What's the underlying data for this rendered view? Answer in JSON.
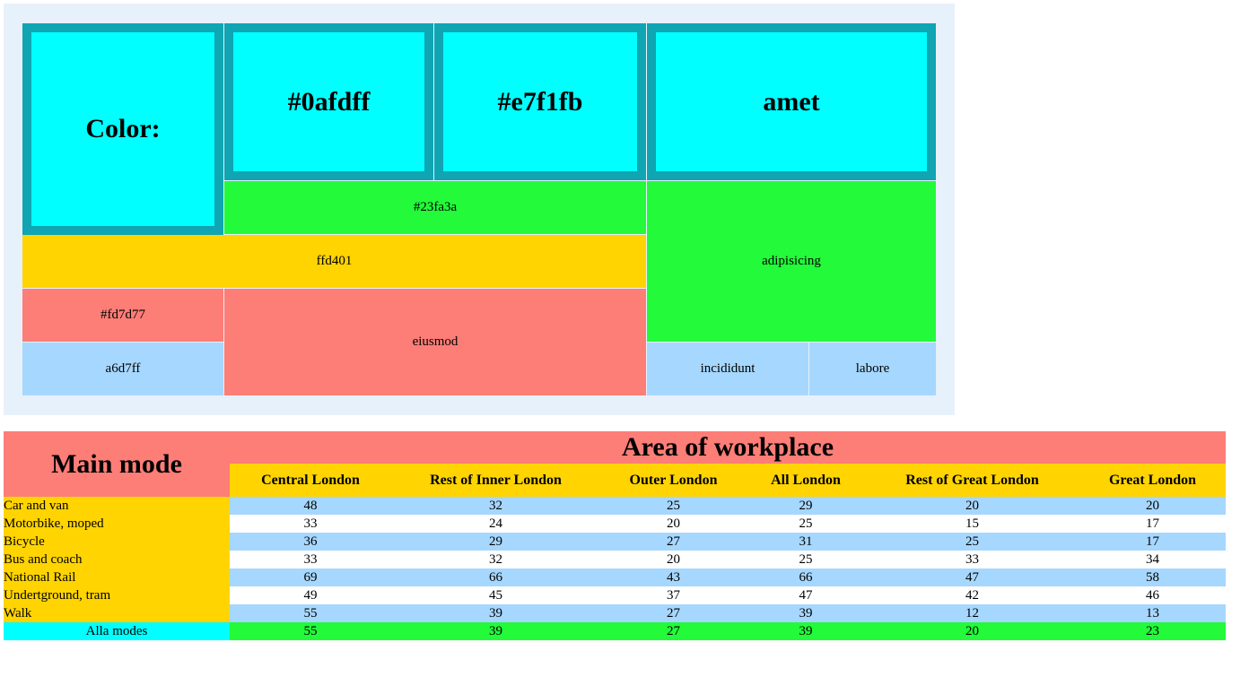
{
  "grid": {
    "header_cells": [
      "Color:",
      "#0afdff",
      "#e7f1fb",
      "amet"
    ],
    "cells": {
      "green_mid": "#23fa3a",
      "yellow_wide": "ffd401",
      "green_right": "adipisicing",
      "red_small": "#fd7d77",
      "red_big": "eiusmod",
      "blue_left": "a6d7ff",
      "blue_mid": "incididunt",
      "blue_right": "labore"
    },
    "colors": {
      "panel_bg": "#e7f1fb",
      "head_border": "#0fa5b3",
      "cyan": "#00ffff",
      "green": "#22fa3a",
      "yellow": "#ffd401",
      "red": "#fd7d77",
      "blue": "#a6d7ff"
    }
  },
  "table": {
    "row_header_title": "Main mode",
    "group_title": "Area of workplace",
    "columns": [
      "Central London",
      "Rest of Inner London",
      "Outer London",
      "All London",
      "Rest of Great London",
      "Great London"
    ],
    "rows": [
      {
        "label": "Car and van",
        "values": [
          "48",
          "32",
          "25",
          "29",
          "20",
          "20"
        ]
      },
      {
        "label": "Motorbike, moped",
        "values": [
          "33",
          "24",
          "20",
          "25",
          "15",
          "17"
        ]
      },
      {
        "label": "Bicycle",
        "values": [
          "36",
          "29",
          "27",
          "31",
          "25",
          "17"
        ]
      },
      {
        "label": "Bus and coach",
        "values": [
          "33",
          "32",
          "20",
          "25",
          "33",
          "34"
        ]
      },
      {
        "label": "National Rail",
        "values": [
          "69",
          "66",
          "43",
          "66",
          "47",
          "58"
        ]
      },
      {
        "label": "Undertground, tram",
        "values": [
          "49",
          "45",
          "37",
          "47",
          "42",
          "46"
        ]
      },
      {
        "label": "Walk",
        "values": [
          "55",
          "39",
          "27",
          "39",
          "12",
          "13"
        ]
      }
    ],
    "total": {
      "label": "Alla modes",
      "values": [
        "55",
        "39",
        "27",
        "39",
        "20",
        "23"
      ]
    }
  }
}
